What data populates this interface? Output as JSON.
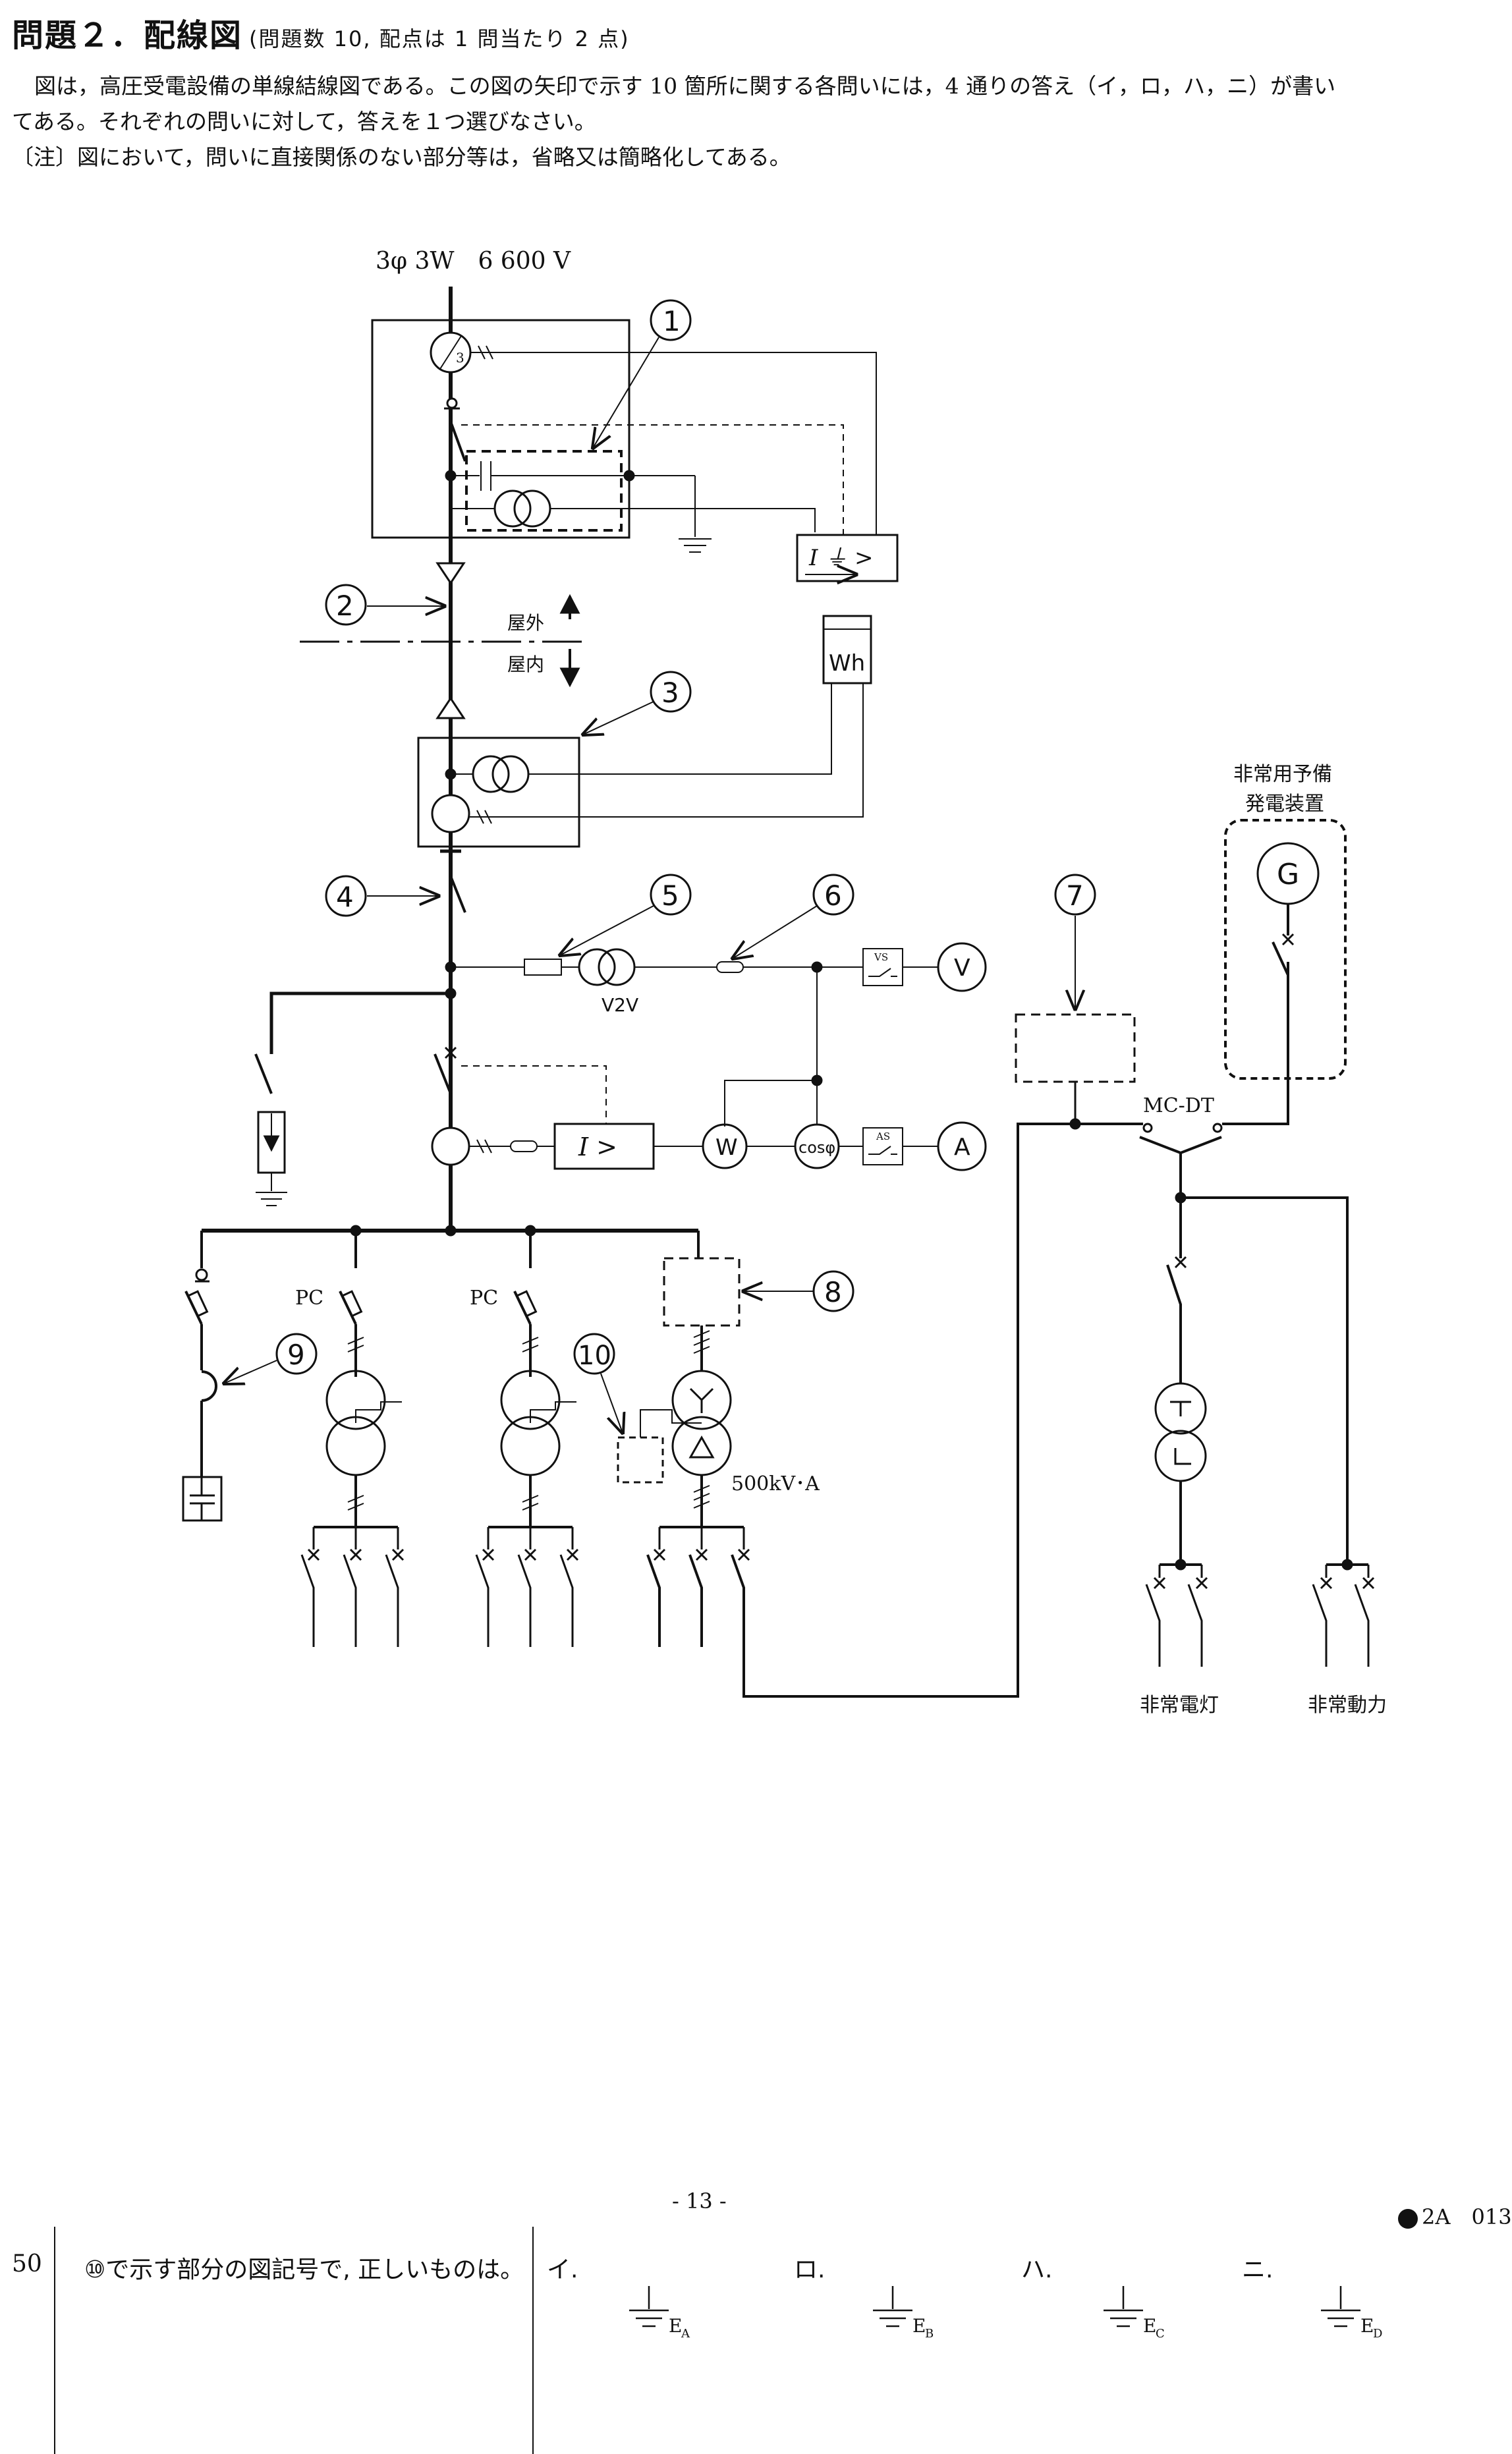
{
  "header": {
    "title": "問題２．配線図",
    "subtitle": "(問題数 10, 配点は 1 問当たり 2 点)"
  },
  "intro": {
    "line1": "図は，高圧受電設備の単線結線図である。この図の矢印で示す 10 箇所に関する各問いには，4 通りの答え（イ，ロ，ハ，ニ）が書い",
    "line2": "てある。それぞれの問いに対して，答えを１つ選びなさい。",
    "note": "〔注〕図において，問いに直接関係のない部分等は，省略又は簡略化してある。"
  },
  "diagram": {
    "supply": "3φ 3W　6 600 V",
    "numbers": [
      "①",
      "②",
      "③",
      "④",
      "⑤",
      "⑥",
      "⑦",
      "⑧",
      "⑨",
      "⑩"
    ],
    "outdoor": "屋外",
    "indoor": "屋内",
    "wh": "Wh",
    "v2v": "V2V",
    "vs": "VS",
    "as": "AS",
    "v": "V",
    "a": "A",
    "w": "W",
    "cos": "cosφ",
    "ocr": "I >",
    "ground_relay": "I ⏚ >",
    "pc1": "PC",
    "pc2": "PC",
    "kva": "500kV･A",
    "mcdt": "MC-DT",
    "gen_label_1": "非常用予備",
    "gen_label_2": "発電装置",
    "gen": "G",
    "emergency_light": "非常電灯",
    "emergency_power": "非常動力",
    "ct_mark": "3"
  },
  "footer": {
    "page": "- 13 -",
    "code": "2A　013"
  },
  "question": {
    "number": "50",
    "text": "⑩で示す部分の図記号で, 正しいものは。",
    "options": [
      {
        "label": "イ.",
        "sub": "A"
      },
      {
        "label": "ロ.",
        "sub": "B"
      },
      {
        "label": "ハ.",
        "sub": "C"
      },
      {
        "label": "ニ.",
        "sub": "D"
      }
    ],
    "e": "E"
  },
  "colors": {
    "ink": "#111111",
    "background": "#ffffff"
  }
}
